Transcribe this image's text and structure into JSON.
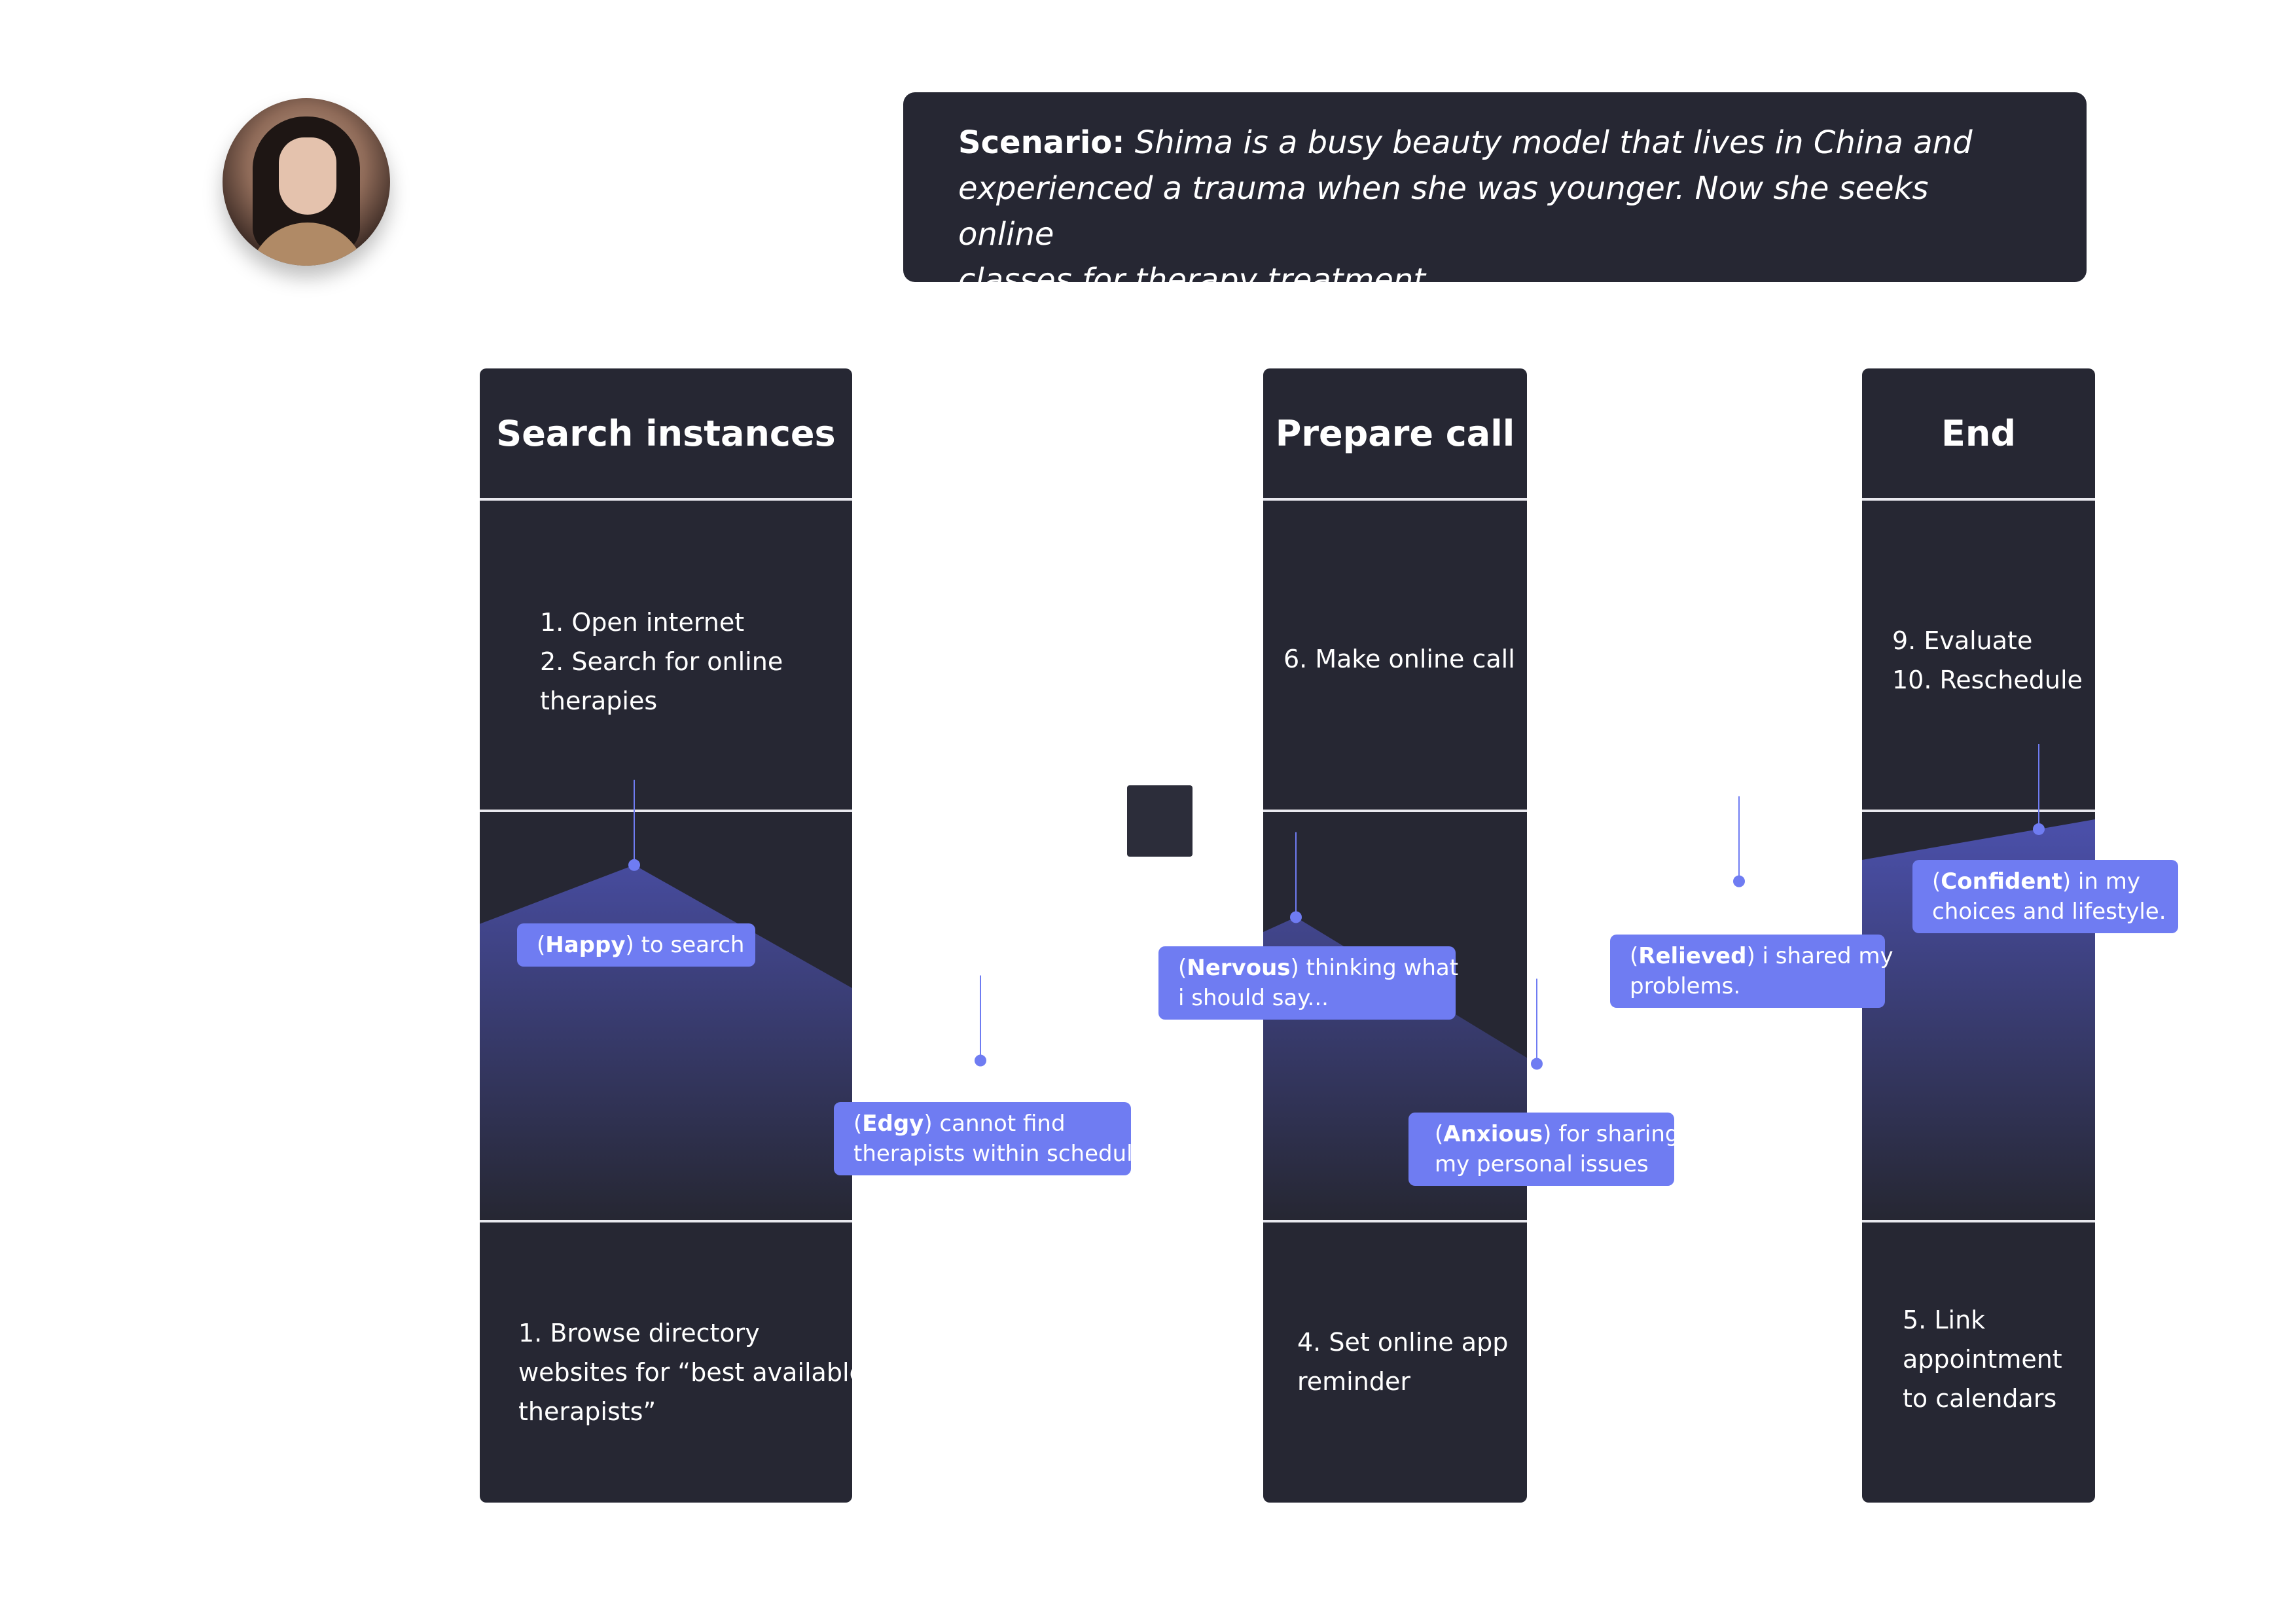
{
  "scenario": {
    "label": "Scenario:",
    "lines": [
      "Shima is a busy beauty model that lives in China and",
      "experienced a trauma when she was younger. Now she seeks online",
      "classes for therapy treatment."
    ]
  },
  "stages": [
    {
      "title": "Search instances",
      "actions": [
        "1. Open internet",
        "2. Search for online",
        "therapies"
      ],
      "tools": [
        "1. Browse directory",
        "websites for “best available",
        "therapists”"
      ]
    },
    {
      "title": "Prepare call",
      "actions": [
        "6. Make online call"
      ],
      "tools": [
        "4. Set online app",
        "reminder"
      ]
    },
    {
      "title": "End",
      "actions": [
        "9. Evaluate",
        "10. Reschedule"
      ],
      "tools": [
        "5. Link",
        "appointment",
        "to calendars"
      ]
    }
  ],
  "emotions": [
    {
      "emotion": "Happy",
      "lines": [
        ") to search"
      ],
      "level": 0.88
    },
    {
      "emotion": "Edgy",
      "lines": [
        ") cannot find",
        "therapists within schedule"
      ],
      "level": 0.28
    },
    {
      "emotion": "Nervous",
      "lines": [
        ") thinking what",
        "i should say..."
      ],
      "level": 0.72
    },
    {
      "emotion": "Anxious",
      "lines": [
        ") for sharing",
        "my personal issues"
      ],
      "level": 0.27
    },
    {
      "emotion": "Relieved",
      "lines": [
        ") i shared my",
        "problems."
      ],
      "level": 0.83
    },
    {
      "emotion": "Confident",
      "lines": [
        ") in my",
        "choices and lifestyle."
      ],
      "level": 0.99
    }
  ],
  "colors": {
    "panel": "#262733",
    "accent": "#6f7cf2",
    "curve_dark": "#3f4391",
    "curve_light": "#c9ccfa"
  }
}
